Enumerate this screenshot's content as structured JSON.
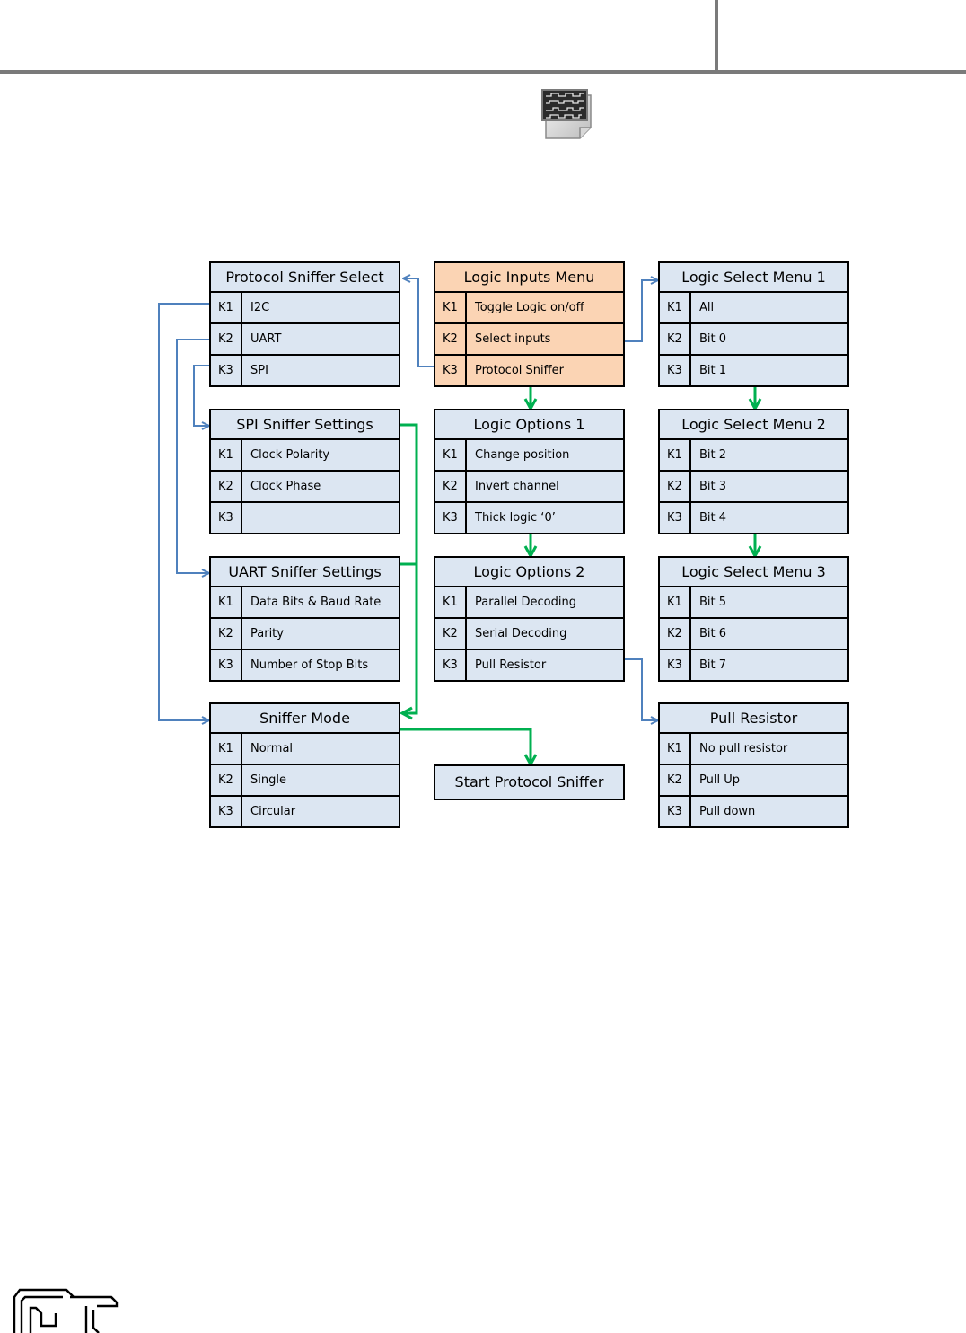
{
  "menus": {
    "protocol_select": {
      "title": "Protocol Sniffer Select",
      "rows": [
        {
          "key": "K1",
          "label": "I2C"
        },
        {
          "key": "K2",
          "label": "UART"
        },
        {
          "key": "K3",
          "label": "SPI"
        }
      ]
    },
    "logic_inputs": {
      "title": "Logic Inputs Menu",
      "rows": [
        {
          "key": "K1",
          "label": "Toggle Logic on/off"
        },
        {
          "key": "K2",
          "label": "Select inputs"
        },
        {
          "key": "K3",
          "label": "Protocol Sniffer"
        }
      ]
    },
    "logic_select_1": {
      "title": "Logic Select Menu 1",
      "rows": [
        {
          "key": "K1",
          "label": "All"
        },
        {
          "key": "K2",
          "label": "Bit 0"
        },
        {
          "key": "K3",
          "label": "Bit 1"
        }
      ]
    },
    "spi_settings": {
      "title": "SPI Sniffer Settings",
      "rows": [
        {
          "key": "K1",
          "label": "Clock Polarity"
        },
        {
          "key": "K2",
          "label": "Clock Phase"
        },
        {
          "key": "K3",
          "label": ""
        }
      ]
    },
    "logic_options_1": {
      "title": "Logic Options 1",
      "rows": [
        {
          "key": "K1",
          "label": "Change position"
        },
        {
          "key": "K2",
          "label": "Invert channel"
        },
        {
          "key": "K3",
          "label": "Thick logic ‘0’"
        }
      ]
    },
    "logic_select_2": {
      "title": "Logic Select Menu 2",
      "rows": [
        {
          "key": "K1",
          "label": "Bit 2"
        },
        {
          "key": "K2",
          "label": "Bit 3"
        },
        {
          "key": "K3",
          "label": "Bit 4"
        }
      ]
    },
    "uart_settings": {
      "title": "UART Sniffer Settings",
      "rows": [
        {
          "key": "K1",
          "label": "Data Bits & Baud Rate"
        },
        {
          "key": "K2",
          "label": "Parity"
        },
        {
          "key": "K3",
          "label": "Number of Stop Bits"
        }
      ]
    },
    "logic_options_2": {
      "title": "Logic Options 2",
      "rows": [
        {
          "key": "K1",
          "label": "Parallel Decoding"
        },
        {
          "key": "K2",
          "label": "Serial Decoding"
        },
        {
          "key": "K3",
          "label": "Pull Resistor"
        }
      ]
    },
    "logic_select_3": {
      "title": "Logic Select Menu 3",
      "rows": [
        {
          "key": "K1",
          "label": "Bit 5"
        },
        {
          "key": "K2",
          "label": "Bit 6"
        },
        {
          "key": "K3",
          "label": "Bit 7"
        }
      ]
    },
    "sniffer_mode": {
      "title": "Sniffer Mode",
      "rows": [
        {
          "key": "K1",
          "label": "Normal"
        },
        {
          "key": "K2",
          "label": "Single"
        },
        {
          "key": "K3",
          "label": "Circular"
        }
      ]
    },
    "pull_resistor": {
      "title": "Pull Resistor",
      "rows": [
        {
          "key": "K1",
          "label": "No pull resistor"
        },
        {
          "key": "K2",
          "label": "Pull Up"
        },
        {
          "key": "K3",
          "label": "Pull down"
        }
      ]
    }
  },
  "start_protocol_sniffer": "Start Protocol Sniffer",
  "colors": {
    "menu_fill": "#dce6f2",
    "highlight_fill": "#fbd4b4",
    "blue_arrow": "#4f81bd",
    "green_arrow": "#00b050"
  },
  "icons": [
    "logic-analyzer-icon",
    "gt-logo"
  ]
}
